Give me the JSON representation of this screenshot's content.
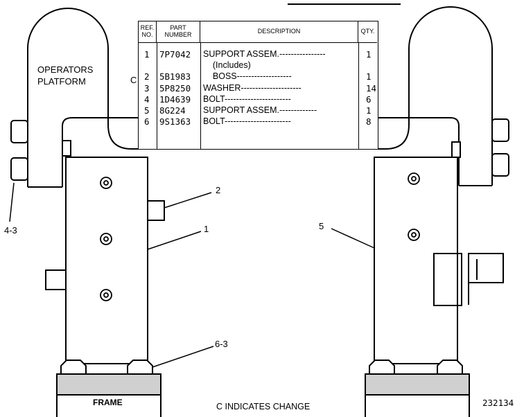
{
  "labels": {
    "operators_platform_line1": "OPERATORS",
    "operators_platform_line2": "PLATFORM",
    "callout_2": "2",
    "callout_1": "1",
    "callout_4_3": "4-3",
    "callout_5": "5",
    "callout_6_3": "6-3",
    "frame": "FRAME",
    "change_note": "C INDICATES CHANGE",
    "figure_number": "232134",
    "change_marker": "C"
  },
  "parts_table": {
    "headers": {
      "ref_no": "REF. NO.",
      "part_number": "PART NUMBER",
      "description": "DESCRIPTION",
      "qty": "QTY."
    },
    "rows": [
      {
        "ref": "1",
        "part": "7P7042",
        "desc": "SUPPORT ASSEM.----------------",
        "qty": "1"
      },
      {
        "ref": "",
        "part": "",
        "desc": "    (Includes)",
        "qty": ""
      },
      {
        "ref": "2",
        "part": "5B1983",
        "desc": "    BOSS-------------------",
        "qty": "1"
      },
      {
        "ref": "3",
        "part": "5P8250",
        "desc": "WASHER---------------------",
        "qty": "14"
      },
      {
        "ref": "4",
        "part": "1D4639",
        "desc": "BOLT-----------------------",
        "qty": "6"
      },
      {
        "ref": "5",
        "part": "8G224",
        "desc": "SUPPORT ASSEM.-------------",
        "qty": "1"
      },
      {
        "ref": "6",
        "part": "9S1363",
        "desc": "BOLT-----------------------",
        "qty": "8"
      }
    ]
  }
}
